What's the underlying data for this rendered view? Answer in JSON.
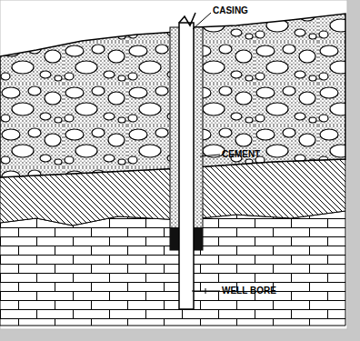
{
  "diagram": {
    "labels": [
      "CASING",
      "CEMENT",
      "WELL BORE"
    ]
  }
}
